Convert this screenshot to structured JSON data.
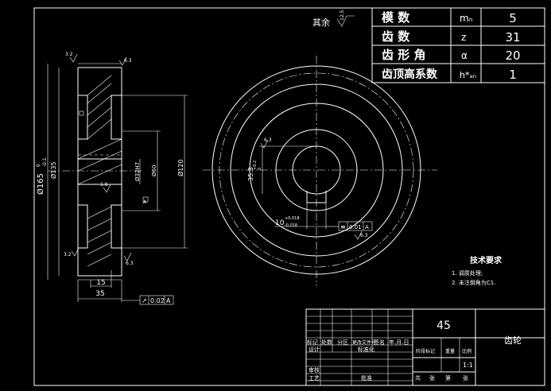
{
  "param_table": {
    "rows": [
      {
        "name": "模  数",
        "symbol": "mₙ",
        "value": "5"
      },
      {
        "name": "齿  数",
        "symbol": "z",
        "value": "31"
      },
      {
        "name": "齿 形 角",
        "symbol": "α",
        "value": "20"
      },
      {
        "name": "齿顶高系数",
        "symbol": "h*ₐₙ",
        "value": "1"
      }
    ]
  },
  "roughness_note": {
    "label": "其余",
    "value": "12.5"
  },
  "section_view": {
    "dim_od": "Ø165",
    "dim_od_tol_upper": "0",
    "dim_od_tol_lower": "-0.1",
    "dim_135": "Ø135",
    "dim_32h7": "Ø32H7",
    "dim_60": "Ø60",
    "dim_120": "Ø120",
    "dim_15": "15",
    "dim_35": "35",
    "rough_top": "3.2",
    "rough_top2": "6.3",
    "rough_mid": "1.6",
    "rough_bottom": "3.2",
    "rough_bottom2": "6.3",
    "gtol_symbol": "↗",
    "gtol_value": "0.02",
    "gtol_datum": "A",
    "datum_label": "A"
  },
  "front_view": {
    "dim_35_3": "35.3",
    "dim_0_2": "+0.2",
    "dim_0": "0",
    "rough_keyway": "6.3",
    "dim_keyway_width": "10",
    "dim_keyway_tol_upper": "+0.018",
    "dim_keyway_tol_lower": "-0.018",
    "sym_symbol": "≡",
    "sym_value": "0.01",
    "sym_datum": "A",
    "rough_keyway2": "6.3"
  },
  "tech_req": {
    "title": "技术要求",
    "items": [
      "1. 调质处理;",
      "2. 未注倒角为C1."
    ]
  },
  "title_block": {
    "material": "45",
    "part_name": "齿轮",
    "row_labels": [
      "标记",
      "处数",
      "分区",
      "更改文件号",
      "签名",
      "年.月.日"
    ],
    "design": "设计",
    "standardize": "标准化",
    "stage_mark": "阶段标记",
    "weight": "重量",
    "scale": "比例",
    "scale_value": "1:1",
    "review": "审核",
    "process": "工艺",
    "approve": "批准",
    "sheet_total": "共",
    "sheets": "张",
    "sheet_no": "第",
    "sheet": "张"
  }
}
